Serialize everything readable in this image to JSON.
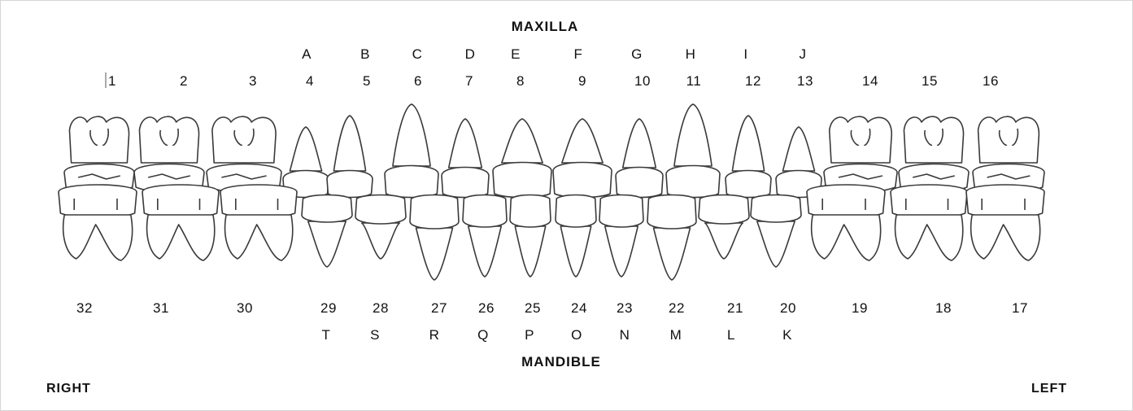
{
  "diagram": {
    "upper_heading": "MAXILLA",
    "lower_heading": "MANDIBLE",
    "left_side_label": "RIGHT",
    "right_side_label": "LEFT",
    "upper_letters": [
      "A",
      "B",
      "C",
      "D",
      "E",
      "F",
      "G",
      "H",
      "I",
      "J"
    ],
    "upper_numbers": [
      "1",
      "2",
      "3",
      "4",
      "5",
      "6",
      "7",
      "8",
      "9",
      "10",
      "11",
      "12",
      "13",
      "14",
      "15",
      "16"
    ],
    "lower_numbers": [
      "32",
      "31",
      "30",
      "29",
      "28",
      "27",
      "26",
      "25",
      "24",
      "23",
      "22",
      "21",
      "20",
      "19",
      "18",
      "17"
    ],
    "lower_letters": [
      "T",
      "S",
      "R",
      "Q",
      "P",
      "O",
      "N",
      "M",
      "L",
      "K"
    ],
    "stroke_color": "#3a3a3a",
    "background_color": "#ffffff"
  }
}
